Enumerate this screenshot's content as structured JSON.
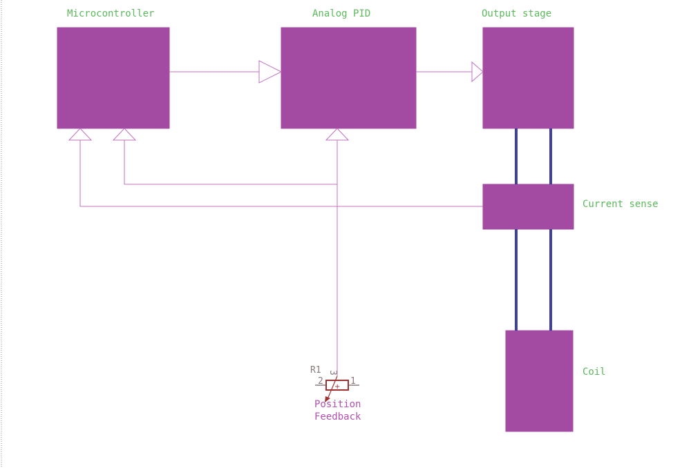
{
  "blocks": {
    "microcontroller": "Microcontroller",
    "analog_pid": "Analog PID",
    "output_stage": "Output stage",
    "current_sense": "Current sense",
    "coil": "Coil"
  },
  "resistor": {
    "reference": "R1",
    "pin1": "1",
    "pin2": "2",
    "pin3": "3",
    "value_line1": "Position",
    "value_line2": "Feedback"
  },
  "colors": {
    "block": "#a34aa3",
    "label": "#5cb85c",
    "wire": "#c070c0",
    "bus": "#4040a0",
    "resistor": "#a03030"
  }
}
